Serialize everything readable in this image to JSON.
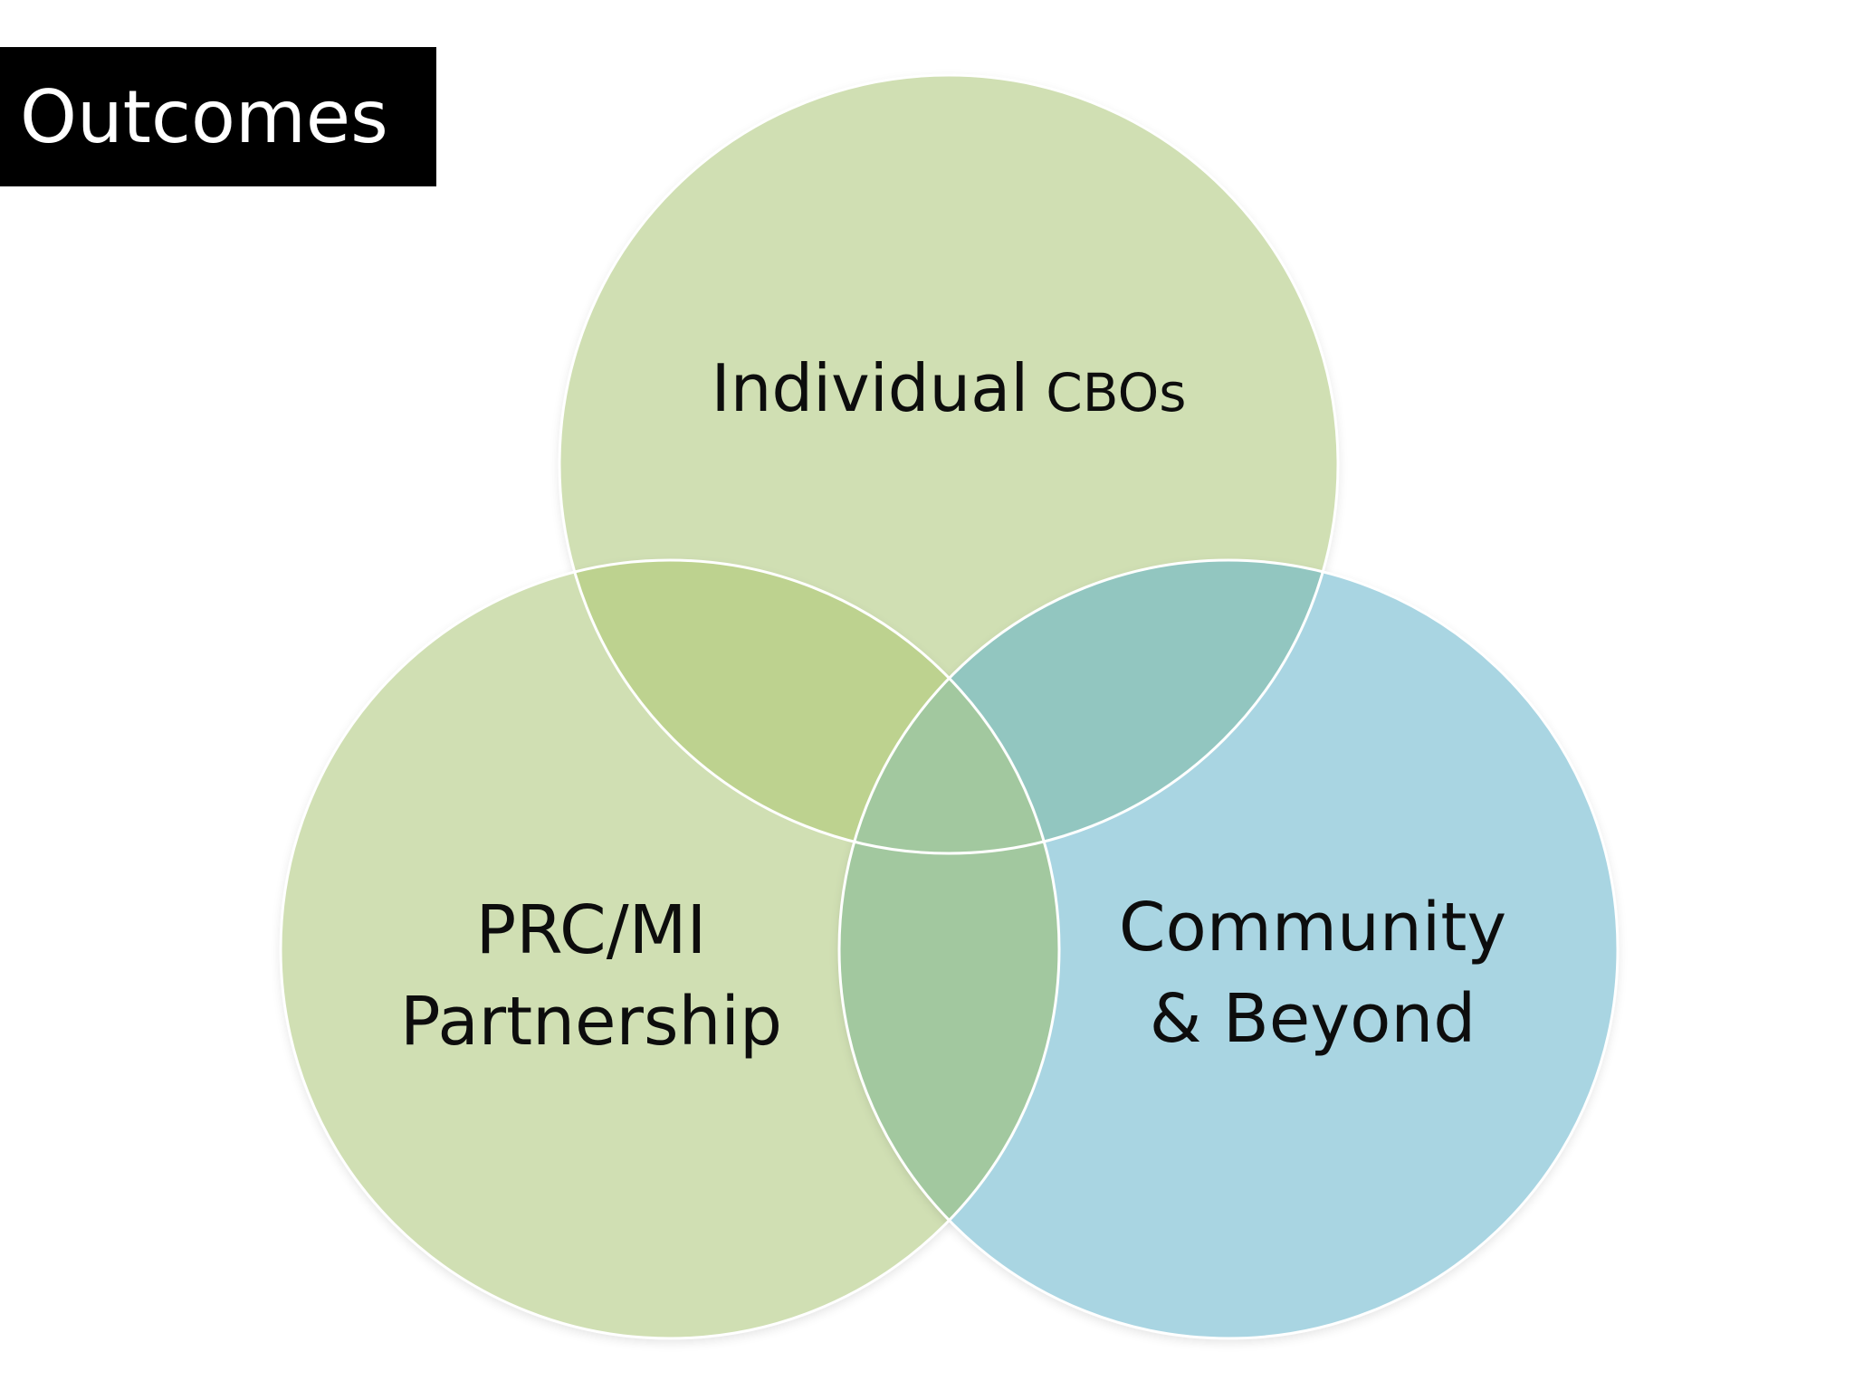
{
  "slide": {
    "title": "Outcomes"
  },
  "diagram": {
    "type": "venn",
    "sets": [
      {
        "id": "individual",
        "label_main": "Individual",
        "label_small": "CBOs",
        "color": "#d0dfb3"
      },
      {
        "id": "partnership",
        "label_line1": "PRC/MI",
        "label_line2": "Partnership",
        "color": "#d0dfb3"
      },
      {
        "id": "community",
        "label_line1": "Community",
        "label_line2": "& Beyond",
        "color": "#a9d5e2"
      }
    ],
    "overlap_colors": {
      "individual_partnership": "#bdd28f",
      "individual_community": "#92c6c0",
      "partnership_community": "#a2c89f",
      "center": "#a2c89f"
    },
    "outline_color": "#ffffff"
  }
}
